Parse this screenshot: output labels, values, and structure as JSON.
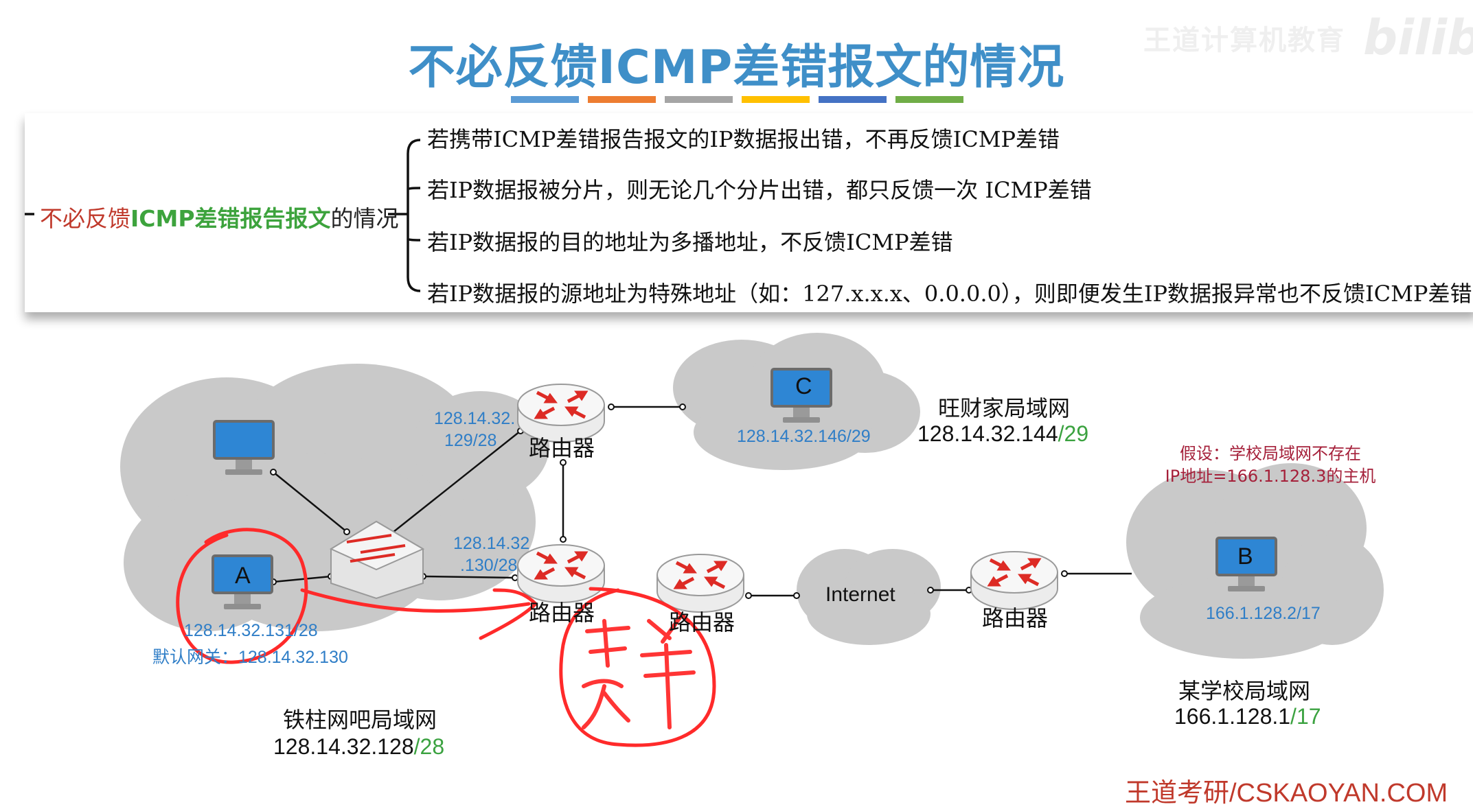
{
  "title": "不必反馈ICMP差错报文的情况",
  "title_bar_colors": [
    "#5b9bd5",
    "#ed7d31",
    "#a5a5a5",
    "#ffc000",
    "#4472c4",
    "#70ad47"
  ],
  "watermark": {
    "text": "王道计算机教育",
    "logo": "bilibili"
  },
  "mindmap": {
    "root_prefix": "不必反馈",
    "root_highlight": "ICMP差错报告报文",
    "root_suffix": "的情况",
    "branches": [
      "若携带ICMP差错报告报文的IP数据报出错，不再反馈ICMP差错",
      "若IP数据报被分片，则无论几个分片出错，都只反馈一次 ICMP差错",
      "若IP数据报的目的地址为多播地址，不反馈ICMP差错",
      "若IP数据报的源地址为特殊地址（如：127.x.x.x、0.0.0.0），则即便发生IP数据报异常也不反馈ICMP差错"
    ]
  },
  "network": {
    "host_a": {
      "letter": "A",
      "ip": "128.14.32.131/28",
      "gateway": "默认网关：128.14.32.130"
    },
    "host_b": {
      "letter": "B",
      "ip": "166.1.128.2/17"
    },
    "host_c": {
      "letter": "C",
      "ip": "128.14.32.146/29"
    },
    "router_label": "路由器",
    "router1_ip_line1": "128.14.32.",
    "router1_ip_line2": "129/28",
    "router2_ip_line1": "128.14.32",
    "router2_ip_line2": ".130/28",
    "internet": "Internet",
    "lan_tiezhu": {
      "name": "铁柱网吧局域网",
      "net": "128.14.32.128",
      "mask": "/28"
    },
    "lan_wangcai": {
      "name": "旺财家局域网",
      "net": "128.14.32.144",
      "mask": "/29"
    },
    "lan_school": {
      "name": "某学校局域网",
      "net": "166.1.128.1",
      "mask": "/17"
    },
    "assumption_line1": "假设：学校局域网不存在",
    "assumption_line2": "IP地址=166.1.128.3的主机"
  },
  "annotation": {
    "handwritten": "丢弃",
    "color": "#ff2a2a"
  },
  "footer": "王道考研/CSKAOYAN.COM",
  "colors": {
    "title": "#3f8fc8",
    "cloud": "#c9c9c9",
    "monitor": "#2e86d4",
    "ip_text": "#2f7ec7",
    "mask_green": "#3ba240",
    "note_red": "#a5203a"
  }
}
